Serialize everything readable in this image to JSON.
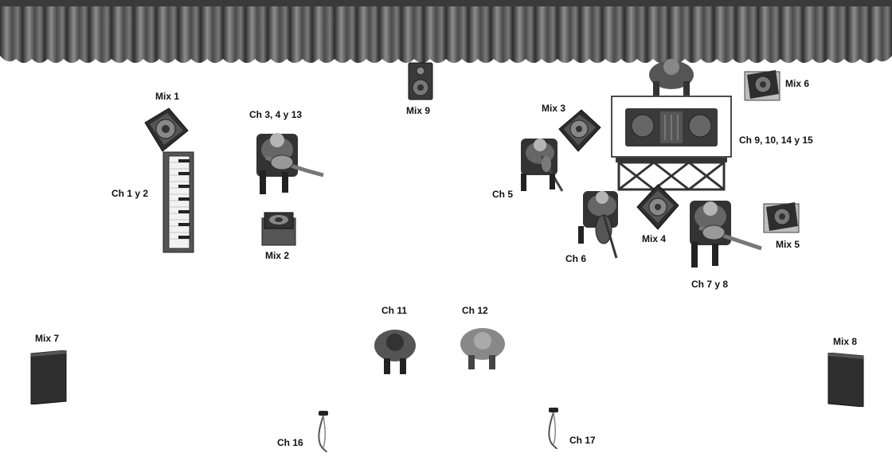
{
  "labels": {
    "mix1": "Mix 1",
    "mix2": "Mix 2",
    "mix3": "Mix 3",
    "mix4": "Mix 4",
    "mix5": "Mix 5",
    "mix6": "Mix 6",
    "mix7": "Mix 7",
    "mix8": "Mix 8",
    "mix9": "Mix 9",
    "ch1_2": "Ch 1 y 2",
    "ch3_4_13": "Ch 3, 4 y 13",
    "ch5": "Ch 5",
    "ch6": "Ch 6",
    "ch7_8": "Ch 7 y 8",
    "ch9_10_14_15": "Ch 9, 10, 14 y 15",
    "ch11": "Ch 11",
    "ch12": "Ch 12",
    "ch16": "Ch 16",
    "ch17": "Ch 17"
  },
  "icons": {
    "curtain": "stage-curtain-icon",
    "monitor": "wedge-monitor-icon",
    "keyboard": "keyboard-icon",
    "guitarist": "guitarist-icon",
    "violinist": "violinist-icon",
    "cellist": "cellist-icon",
    "dj": "dj-controller-icon",
    "singer": "singer-icon",
    "microphone": "microphone-icon",
    "pa": "pa-speaker-icon"
  },
  "colors": {
    "background": "#ffffff",
    "curtain_dark": "#2a2a2a",
    "curtain_light": "#8a8a8a",
    "speaker": "#2f2f2f"
  }
}
